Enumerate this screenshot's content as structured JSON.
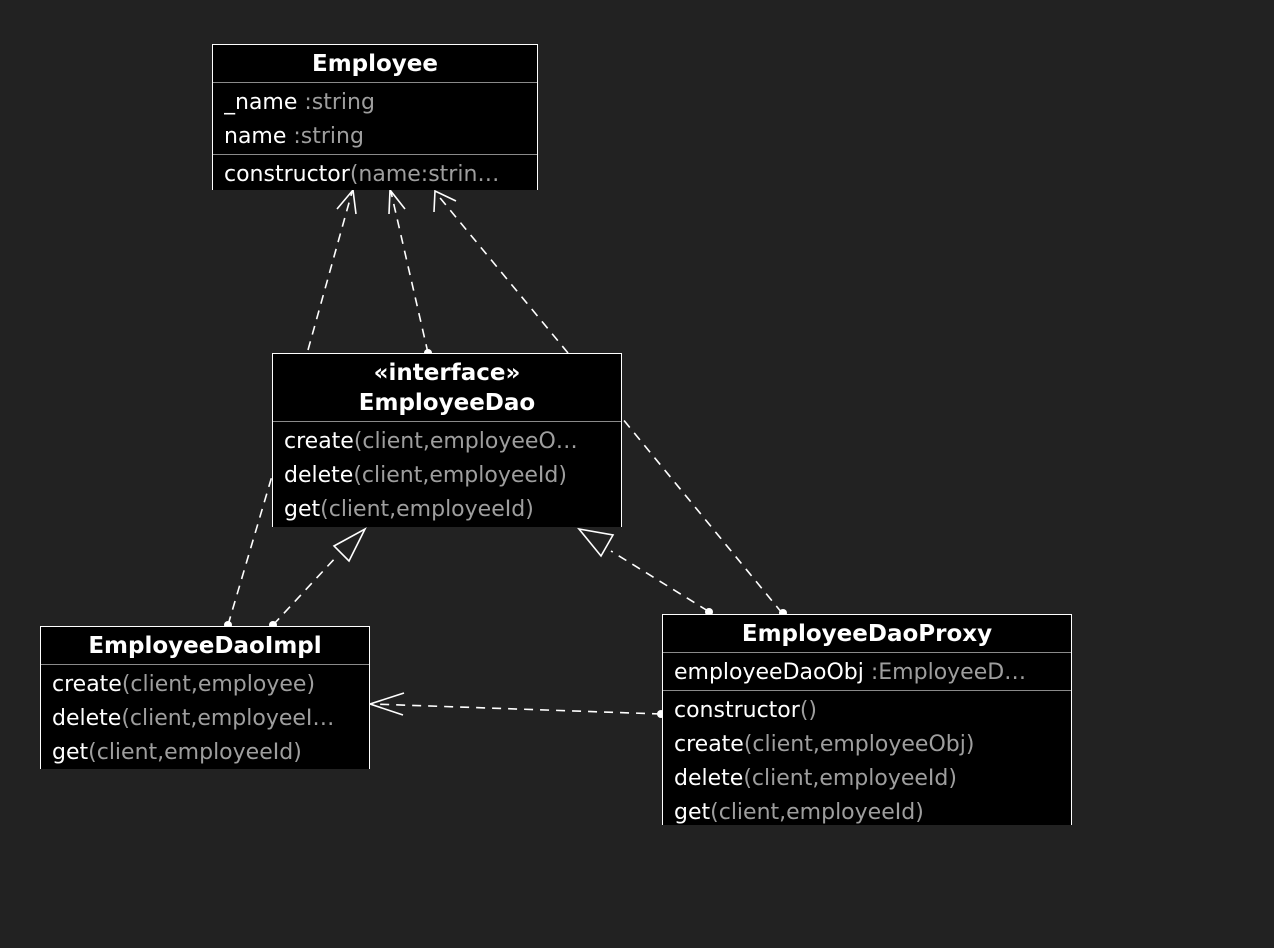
{
  "diagram": {
    "background": "#222222",
    "box_fill": "#000000",
    "line_color": "#ffffff",
    "muted_text": "#9e9e9e",
    "classes": {
      "employee": {
        "name": "Employee",
        "attributes": [
          {
            "name": "_name",
            "type": " :string"
          },
          {
            "name": "name",
            "type": " :string"
          }
        ],
        "methods": [
          {
            "name": "constructor",
            "params": "(name:strin…"
          }
        ]
      },
      "employee_dao": {
        "stereotype": "«interface»",
        "name": "EmployeeDao",
        "methods": [
          {
            "name": "create",
            "params": "(client,employeeO…"
          },
          {
            "name": "delete",
            "params": "(client,employeeId)"
          },
          {
            "name": "get",
            "params": "(client,employeeId)"
          }
        ]
      },
      "employee_dao_impl": {
        "name": "EmployeeDaoImpl",
        "methods": [
          {
            "name": "create",
            "params": "(client,employee)"
          },
          {
            "name": "delete",
            "params": "(client,employeeI…"
          },
          {
            "name": "get",
            "params": "(client,employeeId)"
          }
        ]
      },
      "employee_dao_proxy": {
        "name": "EmployeeDaoProxy",
        "attributes": [
          {
            "name": "employeeDaoObj",
            "type": " :EmployeeD…"
          }
        ],
        "methods": [
          {
            "name": "constructor",
            "params": "()"
          },
          {
            "name": "create",
            "params": "(client,employeeObj)"
          },
          {
            "name": "delete",
            "params": "(client,employeeId)"
          },
          {
            "name": "get",
            "params": "(client,employeeId)"
          }
        ]
      }
    },
    "relationships": [
      {
        "from": "employee_dao",
        "to": "employee",
        "kind": "dependency"
      },
      {
        "from": "employee_dao_impl",
        "to": "employee",
        "kind": "dependency"
      },
      {
        "from": "employee_dao_proxy",
        "to": "employee",
        "kind": "dependency"
      },
      {
        "from": "employee_dao_impl",
        "to": "employee_dao",
        "kind": "realization"
      },
      {
        "from": "employee_dao_proxy",
        "to": "employee_dao",
        "kind": "realization"
      },
      {
        "from": "employee_dao_proxy",
        "to": "employee_dao_impl",
        "kind": "dependency"
      }
    ]
  }
}
